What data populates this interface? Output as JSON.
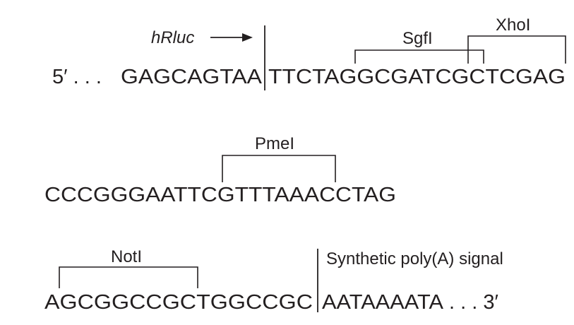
{
  "line1": {
    "five_prime": "5′ . . . ",
    "seq_before_junction": "GAGCAGTAA",
    "seq_after_junction": "TTCTAGGCGATCGCTCGAG",
    "gene_label": "hRluc",
    "sites": [
      {
        "name": "SgfI"
      },
      {
        "name": "XhoI"
      }
    ]
  },
  "line2": {
    "sequence": "CCCGGGAATTCGTTTAAACCTAG",
    "sites": [
      {
        "name": "PmeI"
      }
    ]
  },
  "line3": {
    "seq_before_junction": "AGCGGCCGCTGGCCGC",
    "seq_after_junction": "AATAAAATA",
    "three_prime": " . . . 3′",
    "signal_label": "Synthetic poly(A) signal",
    "sites": [
      {
        "name": "NotI"
      }
    ]
  }
}
